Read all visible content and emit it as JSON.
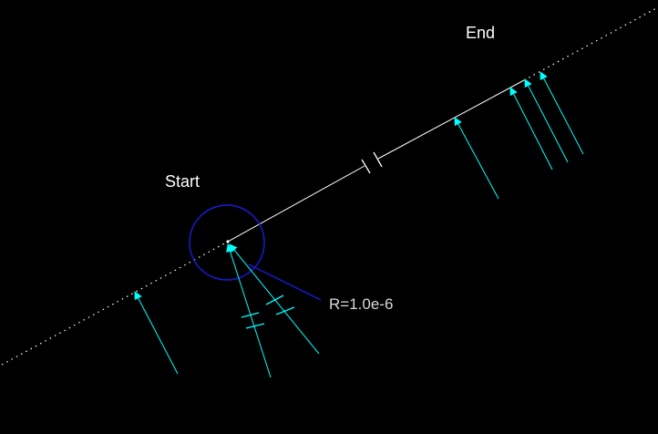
{
  "labels": {
    "start": "Start",
    "end": "End",
    "radius": "R=1.0e-6"
  },
  "colors": {
    "background": "#000000",
    "path_line": "#ffffff",
    "arrows": "#00ffff",
    "circle": "#1a1ad6",
    "radius_label": "#d9d9d9"
  }
}
